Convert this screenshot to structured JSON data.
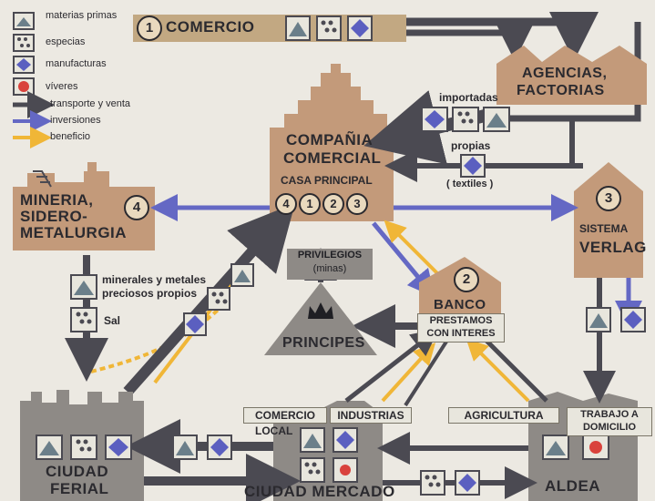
{
  "legend": {
    "materias_primas": "materias primas",
    "especias": "especias",
    "manufacturas": "manufacturas",
    "viveres": "víveres",
    "transporte": "transporte y venta",
    "inversiones": "inversiones",
    "beneficio": "beneficio"
  },
  "nodes": {
    "comercio": {
      "num": "1",
      "label": "COMERCIO"
    },
    "agencias": {
      "line1": "AGENCIAS,",
      "line2": "FACTORIAS"
    },
    "compania": {
      "line1": "COMPAÑIA",
      "line2": "COMERCIAL",
      "sub": "CASA PRINCIPAL",
      "nums": [
        "4",
        "1",
        "2",
        "3"
      ]
    },
    "mineria": {
      "num": "4",
      "line1": "MINERIA,",
      "line2": "SIDERO-",
      "line3": "METALURGIA"
    },
    "sistema": {
      "num": "3",
      "line1": "SISTEMA",
      "line2": "VERLAG"
    },
    "banco": {
      "num": "2",
      "label": "BANCO",
      "sub1": "PRESTAMOS",
      "sub2": "CON INTERES"
    },
    "principes": {
      "label": "PRINCIPES"
    },
    "privilegios": {
      "line1": "PRIVILEGIOS",
      "line2": "(minas)"
    },
    "ciudad_ferial": {
      "line1": "CIUDAD",
      "line2": "FERIAL"
    },
    "ciudad_mercado": {
      "label": "CIUDAD MERCADO"
    },
    "aldea": {
      "label": "ALDEA"
    },
    "comercio_local": {
      "line1": "COMERCIO",
      "line2": "LOCAL"
    },
    "industrias": {
      "label": "INDUSTRIAS"
    },
    "agricultura": {
      "label": "AGRICULTURA"
    },
    "trabajo": {
      "line1": "TRABAJO A",
      "line2": "DOMICILIO"
    }
  },
  "labels": {
    "importadas": "importadas",
    "propias": "propias",
    "textiles": "( textiles )",
    "minerales1": "minerales y metales",
    "minerales2": "preciosos propios",
    "sal": "Sal"
  },
  "colors": {
    "building": "#c39a7a",
    "transport": "#4b4a52",
    "invest": "#6468c4",
    "benefit": "#f0b637",
    "grey": "#8e8a86"
  }
}
